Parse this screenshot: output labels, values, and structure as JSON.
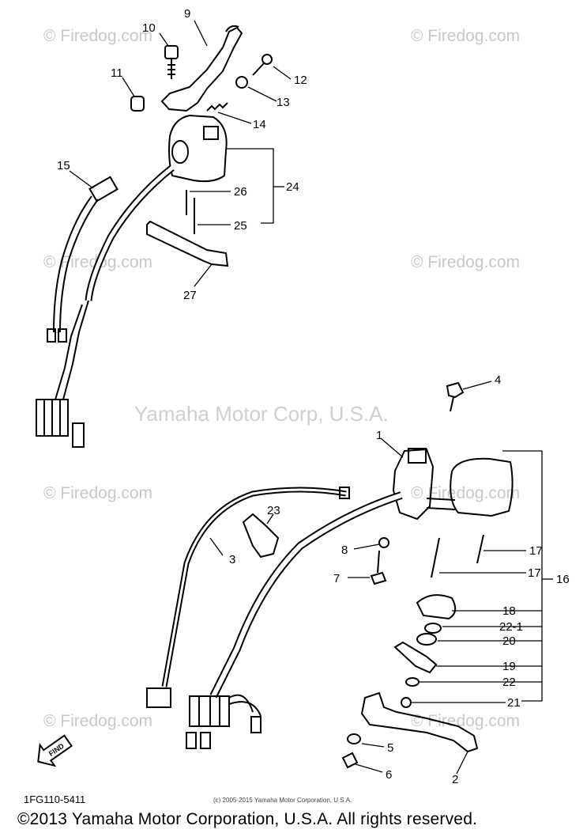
{
  "watermark": {
    "site": "© Firedog.com",
    "owner": "Yamaha Motor Corp, U.S.A."
  },
  "callouts": {
    "p1": "1",
    "p2": "2",
    "p3": "3",
    "p4": "4",
    "p5": "5",
    "p6": "6",
    "p7": "7",
    "p8": "8",
    "p9": "9",
    "p10": "10",
    "p11": "11",
    "p12": "12",
    "p13": "13",
    "p14": "14",
    "p15": "15",
    "p16": "16",
    "p17a": "17",
    "p17b": "17",
    "p18": "18",
    "p19": "19",
    "p20": "20",
    "p21": "21",
    "p22": "22",
    "p22_1": "22-1",
    "p23": "23",
    "p24": "24",
    "p25": "25",
    "p26": "26",
    "p27": "27"
  },
  "find_button": {
    "label": "FIND"
  },
  "part_code": "1FG110-5411",
  "small_copyright": "(c) 2005-2015 Yamaha Motor Corporation, U.S.A.",
  "footer": "©2013 Yamaha Motor Corporation, U.S.A. All rights reserved."
}
